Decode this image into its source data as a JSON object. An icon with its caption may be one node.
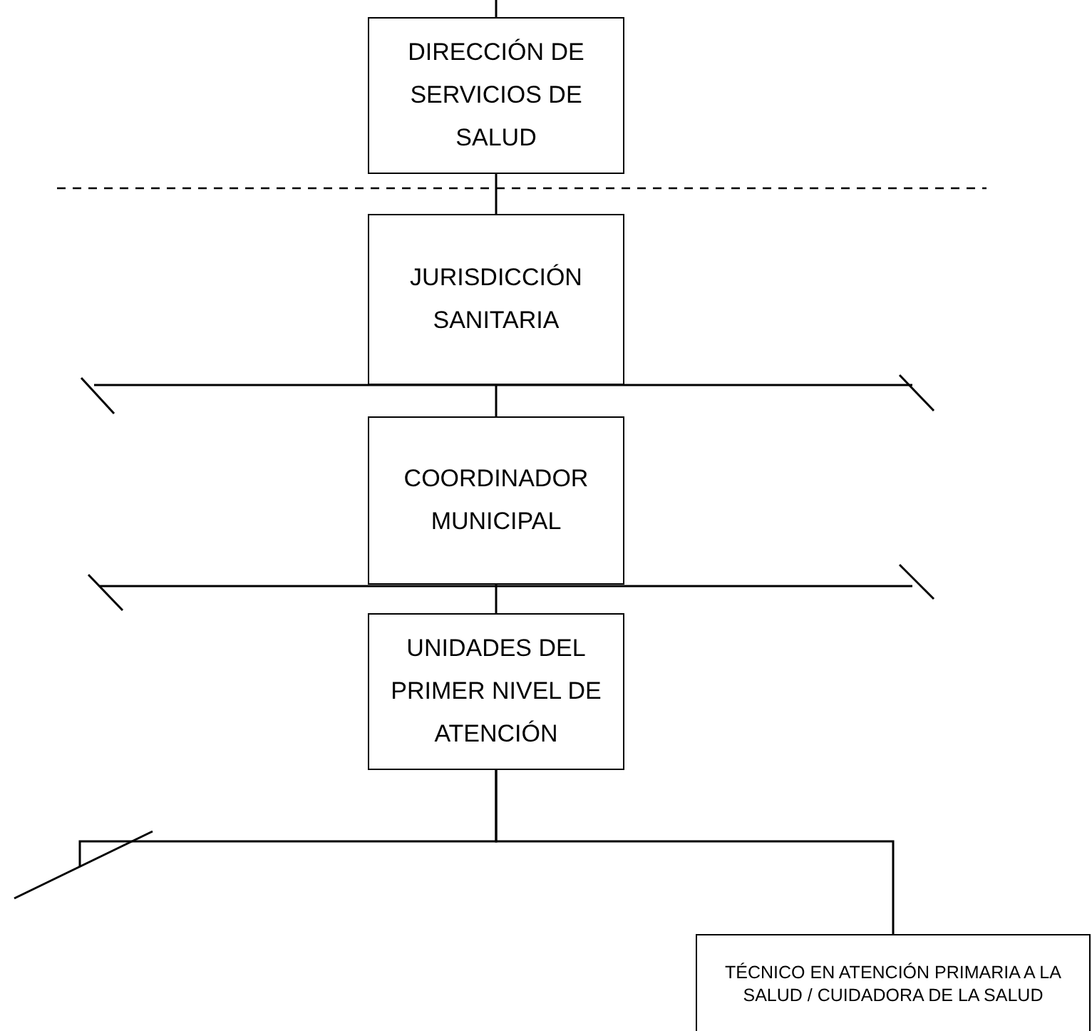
{
  "diagram": {
    "nodes": [
      {
        "text": [
          "DIRECCIÓN DE SERVICIOS DE SALUD"
        ]
      },
      {
        "text": [
          "JURISDICCIÓN SANITARIA"
        ]
      },
      {
        "text": [
          "COORDINADOR MUNICIPAL"
        ]
      },
      {
        "text": [
          "UNIDADES DEL PRIMER NIVEL DE ATENCIÓN"
        ]
      },
      {
        "text": [
          "TÉCNICO EN ATENCIÓN PRIMARIA A LA SALUD / CUIDADORA DE LA SALUD"
        ]
      }
    ],
    "edges": [
      {
        "from": null,
        "to": 0,
        "arrow": "none"
      },
      {
        "from": 0,
        "to": 1,
        "arrow": "none"
      },
      {
        "from": 1,
        "to": 2,
        "arrow": "none"
      },
      {
        "from": 2,
        "to": 3,
        "arrow": "none"
      },
      {
        "from": 3,
        "to": 4,
        "arrow": "none"
      },
      {
        "from": 3,
        "to": null,
        "arrow": "none"
      }
    ]
  }
}
